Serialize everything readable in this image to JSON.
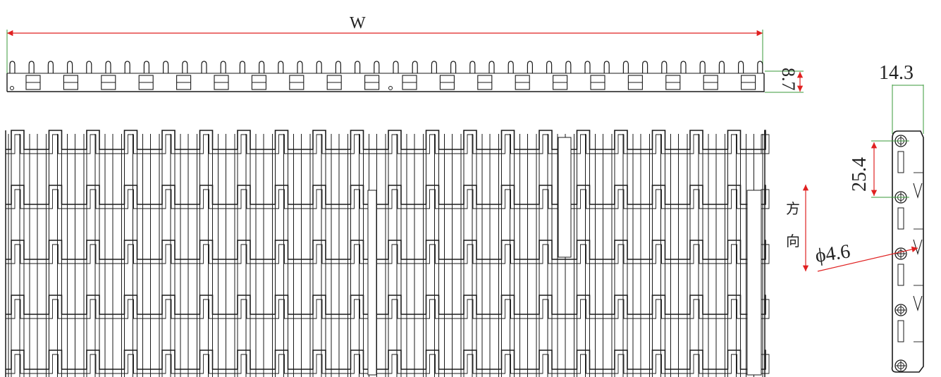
{
  "colors": {
    "line": "#1a1a1a",
    "dimension_arrow": "#e02020",
    "extension_line": "#3a9a3a",
    "background": "#ffffff"
  },
  "labels": {
    "width": "W",
    "height": "8.7",
    "thickness": "14.3",
    "pitch": "25.4",
    "pin_diameter": "ϕ4.6",
    "direction_char_1": "方",
    "direction_char_2": "向"
  }
}
